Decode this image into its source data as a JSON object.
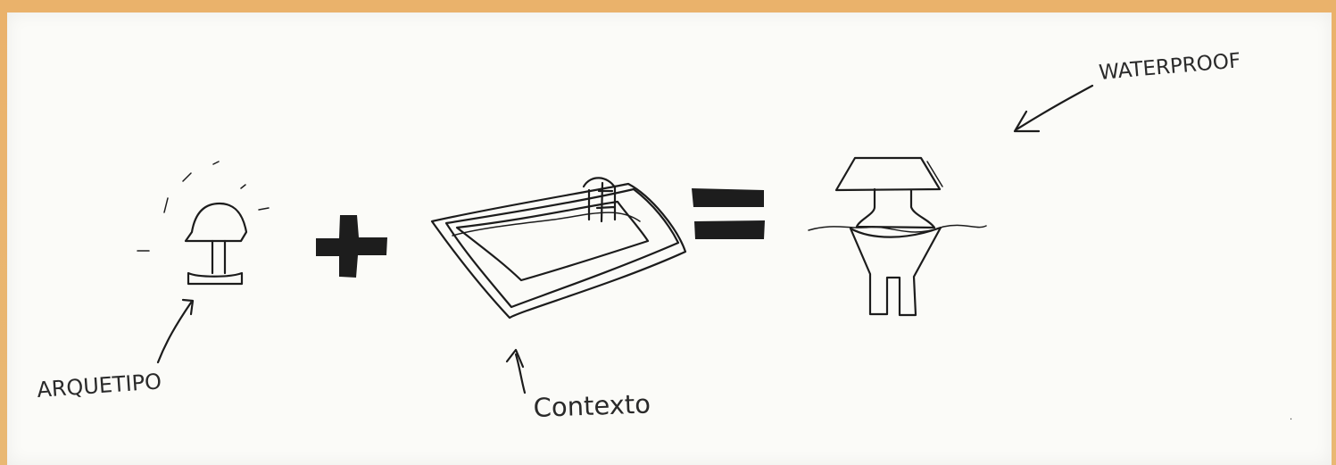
{
  "labels": {
    "archetype": "ARQUETIPO",
    "context": "Contexto",
    "result": "WATERPROOF"
  },
  "operators": {
    "plus": "+",
    "equals": "="
  },
  "colors": {
    "frame": "#e9b570",
    "paper": "#fbfbf8",
    "ink": "#1c1c1c"
  }
}
